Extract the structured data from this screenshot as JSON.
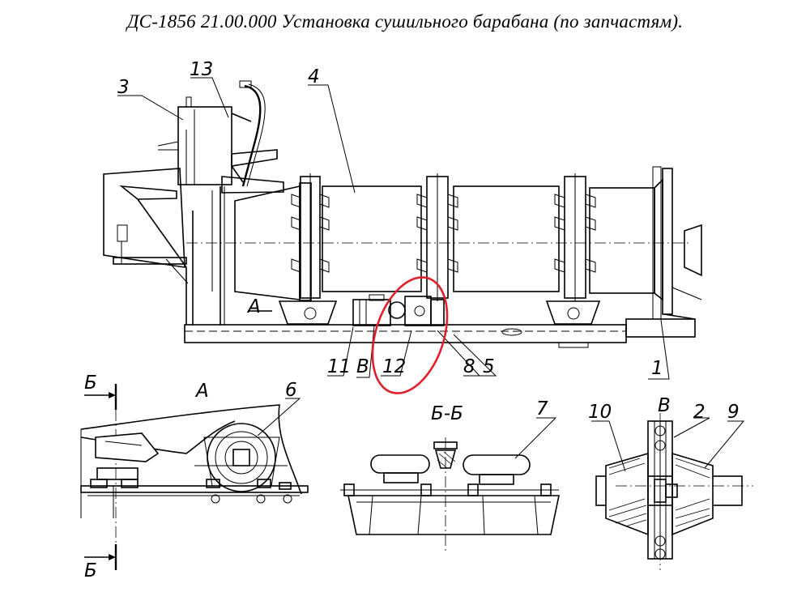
{
  "title": "ДС-1856 21.00.000 Установка сушильного барабана (по запчастям).",
  "callouts": {
    "c1": "1",
    "c2": "2",
    "c3": "3",
    "c4": "4",
    "c5": "5",
    "c6": "6",
    "c7": "7",
    "c8": "8",
    "c9": "9",
    "c10": "10",
    "c11": "11",
    "c12": "12",
    "c13": "13"
  },
  "views": {
    "a_marker": "А",
    "a_view": "А",
    "v_marker": "В",
    "v_view": "В",
    "section_b": "Б",
    "section_b2": "Б",
    "section_bb": "Б-Б"
  },
  "highlight": {
    "color": "#e0202a",
    "target": "12"
  }
}
